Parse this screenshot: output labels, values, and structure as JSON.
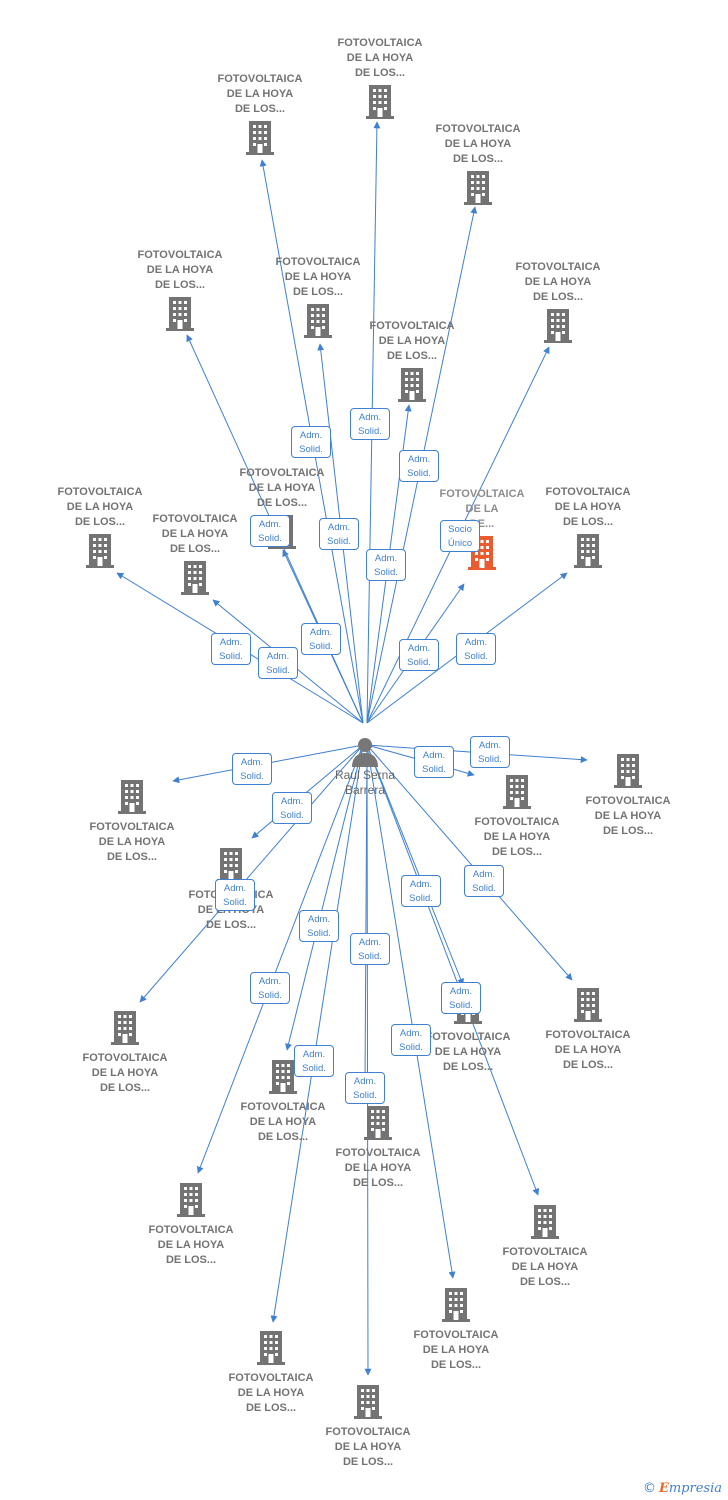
{
  "colors": {
    "edge": "#3f80d0",
    "building": "#737373",
    "highlight": "#ea5b2f",
    "person": "#777777"
  },
  "person": {
    "name_line1": "Raul Serna",
    "name_line2": "Barrera"
  },
  "footer": {
    "copyright": "©",
    "brand_first": "E",
    "brand_rest": "mpresia"
  },
  "companies": [
    {
      "l1": "FOTOVOLTAICA",
      "l2": "DE LA HOYA",
      "l3": "DE LOS..."
    },
    {
      "l1": "FOTOVOLTAICA",
      "l2": "DE LA HOYA",
      "l3": "DE LOS..."
    },
    {
      "l1": "FOTOVOLTAICA",
      "l2": "DE LA HOYA",
      "l3": "DE LOS..."
    },
    {
      "l1": "FOTOVOLTAICA",
      "l2": "DE LA HOYA",
      "l3": "DE LOS..."
    },
    {
      "l1": "FOTOVOLTAICA",
      "l2": "DE LA HOYA",
      "l3": "DE LOS..."
    },
    {
      "l1": "FOTOVOLTAICA",
      "l2": "DE LA HOYA",
      "l3": "DE LOS..."
    },
    {
      "l1": "FOTOVOLTAICA",
      "l2": "DE LA HOYA",
      "l3": "DE LOS..."
    },
    {
      "l1": "FOTOVOLTAICA",
      "l2": "DE LA HOYA",
      "l3": "DE LOS..."
    },
    {
      "l1": "FOTOVOLTAICA",
      "l2": "DE LA",
      "l3": "DE..."
    },
    {
      "l1": "FOTOVOLTAICA",
      "l2": "DE LA HOYA",
      "l3": "DE LOS..."
    },
    {
      "l1": "FOTOVOLTAICA",
      "l2": "DE LA HOYA",
      "l3": "DE LOS..."
    },
    {
      "l1": "FOTOVOLTAICA",
      "l2": "DE LA HOYA",
      "l3": "DE LOS..."
    },
    {
      "l1": "FOTOVOLTAICA",
      "l2": "DE LA HOYA",
      "l3": "DE LOS..."
    },
    {
      "l1": "FOTOVOLTAICA",
      "l2": "DE LA HOYA",
      "l3": "DE LOS..."
    },
    {
      "l1": "FOTOVOLTAICA",
      "l2": "DE LA HOYA",
      "l3": "DE LOS..."
    },
    {
      "l1": "FOTOVOLTAICA",
      "l2": "DE LA HOYA",
      "l3": "DE LOS..."
    },
    {
      "l1": "FOTOVOLTAICA",
      "l2": "DE LA HOYA",
      "l3": "DE LOS..."
    },
    {
      "l1": "FOTOVOLTAICA",
      "l2": "DE LA HOYA",
      "l3": "DE LOS..."
    },
    {
      "l1": "FOTOVOLTAICA",
      "l2": "DE LA HOYA",
      "l3": "DE LOS..."
    },
    {
      "l1": "FOTOVOLTAICA",
      "l2": "DE LA HOYA",
      "l3": "DE LOS..."
    },
    {
      "l1": "FOTOVOLTAICA",
      "l2": "DE LA HOYA",
      "l3": "DE LOS..."
    },
    {
      "l1": "FOTOVOLTAICA",
      "l2": "DE LA HOYA",
      "l3": "DE LOS..."
    },
    {
      "l1": "FOTOVOLTAICA",
      "l2": "DE LA HOYA",
      "l3": "DE LOS..."
    },
    {
      "l1": "FOTOVOLTAICA",
      "l2": "DE LA HOYA",
      "l3": "DE LOS..."
    },
    {
      "l1": "FOTOVOLTAICA",
      "l2": "DE LA HOYA",
      "l3": "DE LOS..."
    }
  ],
  "relations": [
    {
      "l1": "Adm.",
      "l2": "Solid."
    },
    {
      "l1": "Adm.",
      "l2": "Solid."
    },
    {
      "l1": "Adm.",
      "l2": "Solid."
    },
    {
      "l1": "Adm.",
      "l2": "Solid."
    },
    {
      "l1": "Adm.",
      "l2": "Solid."
    },
    {
      "l1": "Adm.",
      "l2": "Solid."
    },
    {
      "l1": "Adm.",
      "l2": "Solid."
    },
    {
      "l1": "Adm.",
      "l2": "Solid."
    },
    {
      "l1": "Socio",
      "l2": "Único"
    },
    {
      "l1": "Adm.",
      "l2": "Solid."
    },
    {
      "l1": "Adm.",
      "l2": "Solid."
    },
    {
      "l1": "Adm.",
      "l2": "Solid."
    },
    {
      "l1": "Adm.",
      "l2": "Solid."
    },
    {
      "l1": "Adm.",
      "l2": "Solid."
    },
    {
      "l1": "Adm.",
      "l2": "Solid."
    },
    {
      "l1": "Adm.",
      "l2": "Solid."
    },
    {
      "l1": "Adm.",
      "l2": "Solid."
    },
    {
      "l1": "Adm.",
      "l2": "Solid."
    },
    {
      "l1": "Adm.",
      "l2": "Solid."
    },
    {
      "l1": "Adm.",
      "l2": "Solid."
    },
    {
      "l1": "Adm.",
      "l2": "Solid."
    },
    {
      "l1": "Adm.",
      "l2": "Solid."
    },
    {
      "l1": "Adm.",
      "l2": "Solid."
    },
    {
      "l1": "Adm.",
      "l2": "Solid."
    },
    {
      "l1": "Adm.",
      "l2": "Solid."
    }
  ]
}
